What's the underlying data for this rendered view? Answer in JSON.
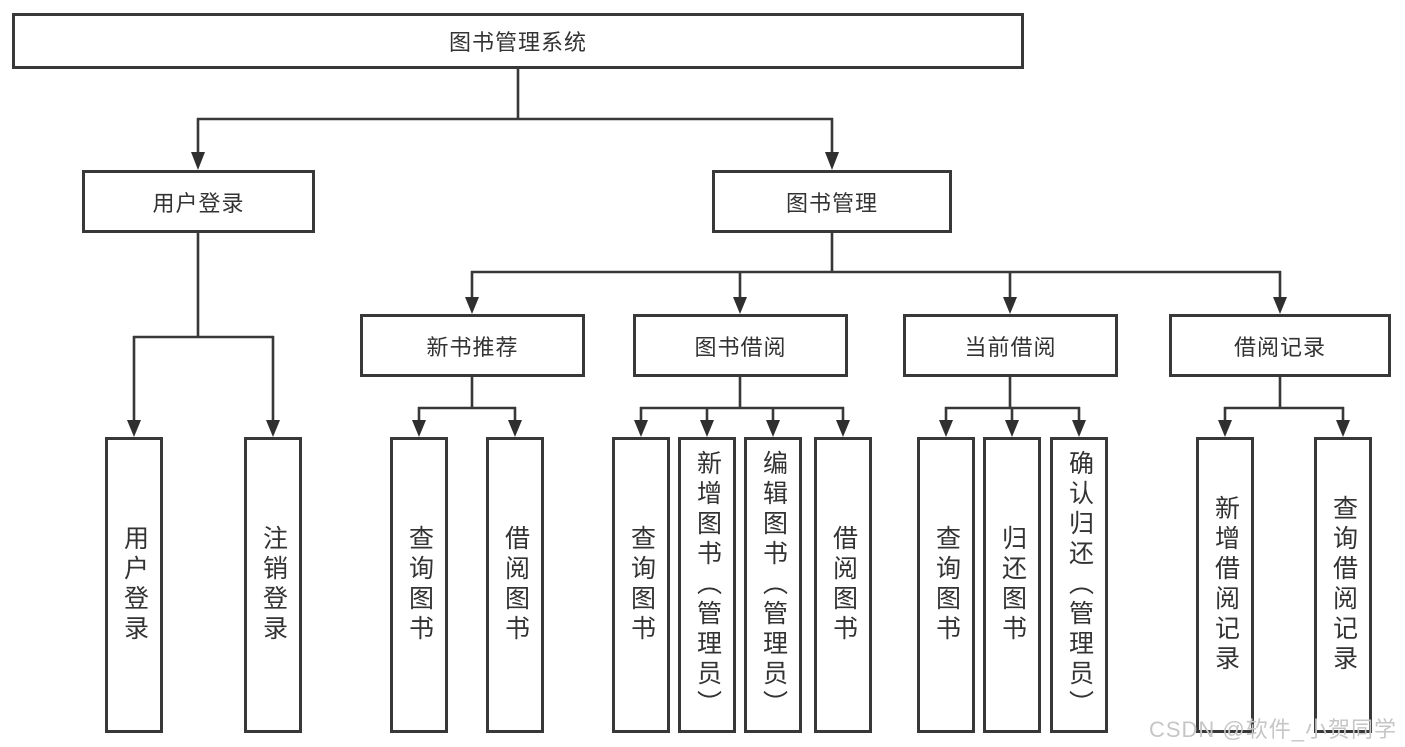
{
  "colors": {
    "line": "#383838",
    "text": "#333333",
    "background": "#ffffff",
    "watermark": "#c6c6c6"
  },
  "watermark": "CSDN @软件_小贺同学",
  "tree": {
    "root": "图书管理系统",
    "branches": [
      {
        "label": "用户登录",
        "children": [
          {
            "label": "用户登录"
          },
          {
            "label": "注销登录"
          }
        ]
      },
      {
        "label": "图书管理",
        "sections": [
          {
            "label": "新书推荐",
            "children": [
              {
                "label": "查询图书"
              },
              {
                "label": "借阅图书"
              }
            ]
          },
          {
            "label": "图书借阅",
            "children": [
              {
                "label": "查询图书"
              },
              {
                "label": "新增图书（管理员）"
              },
              {
                "label": "编辑图书（管理员）"
              },
              {
                "label": "借阅图书"
              }
            ]
          },
          {
            "label": "当前借阅",
            "children": [
              {
                "label": "查询图书"
              },
              {
                "label": "归还图书"
              },
              {
                "label": "确认归还（管理员）"
              }
            ]
          },
          {
            "label": "借阅记录",
            "children": [
              {
                "label": "新增借阅记录"
              },
              {
                "label": "查询借阅记录"
              }
            ]
          }
        ]
      }
    ]
  }
}
